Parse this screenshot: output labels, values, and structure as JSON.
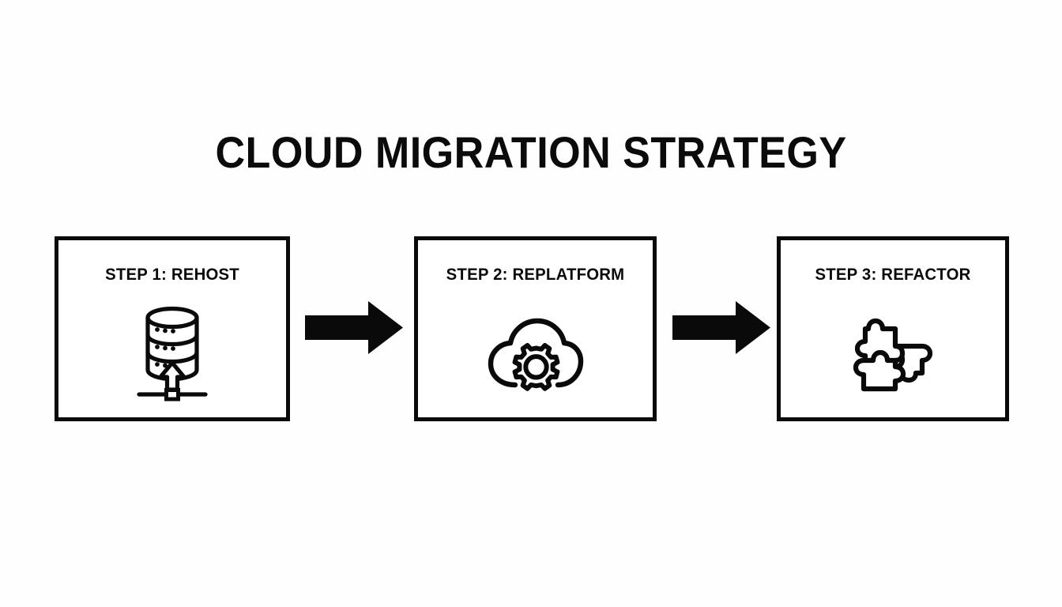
{
  "slide": {
    "title": "CLOUD MIGRATION STRATEGY",
    "background_color": "#fefefe",
    "foreground_color": "#0a0a0a"
  },
  "steps": [
    {
      "label": "STEP 1: REHOST",
      "icon": "database-stack-upload-icon",
      "order": 1
    },
    {
      "label": "STEP 2: REPLATFORM",
      "icon": "cloud-gear-icon",
      "order": 2
    },
    {
      "label": "STEP 3: REFACTOR",
      "icon": "puzzle-pieces-icon",
      "order": 3
    }
  ],
  "connectors": [
    {
      "icon": "arrow-right-icon",
      "from": "STEP 1: REHOST",
      "to": "STEP 2: REPLATFORM"
    },
    {
      "icon": "arrow-right-icon",
      "from": "STEP 2: REPLATFORM",
      "to": "STEP 3: REFACTOR"
    }
  ]
}
